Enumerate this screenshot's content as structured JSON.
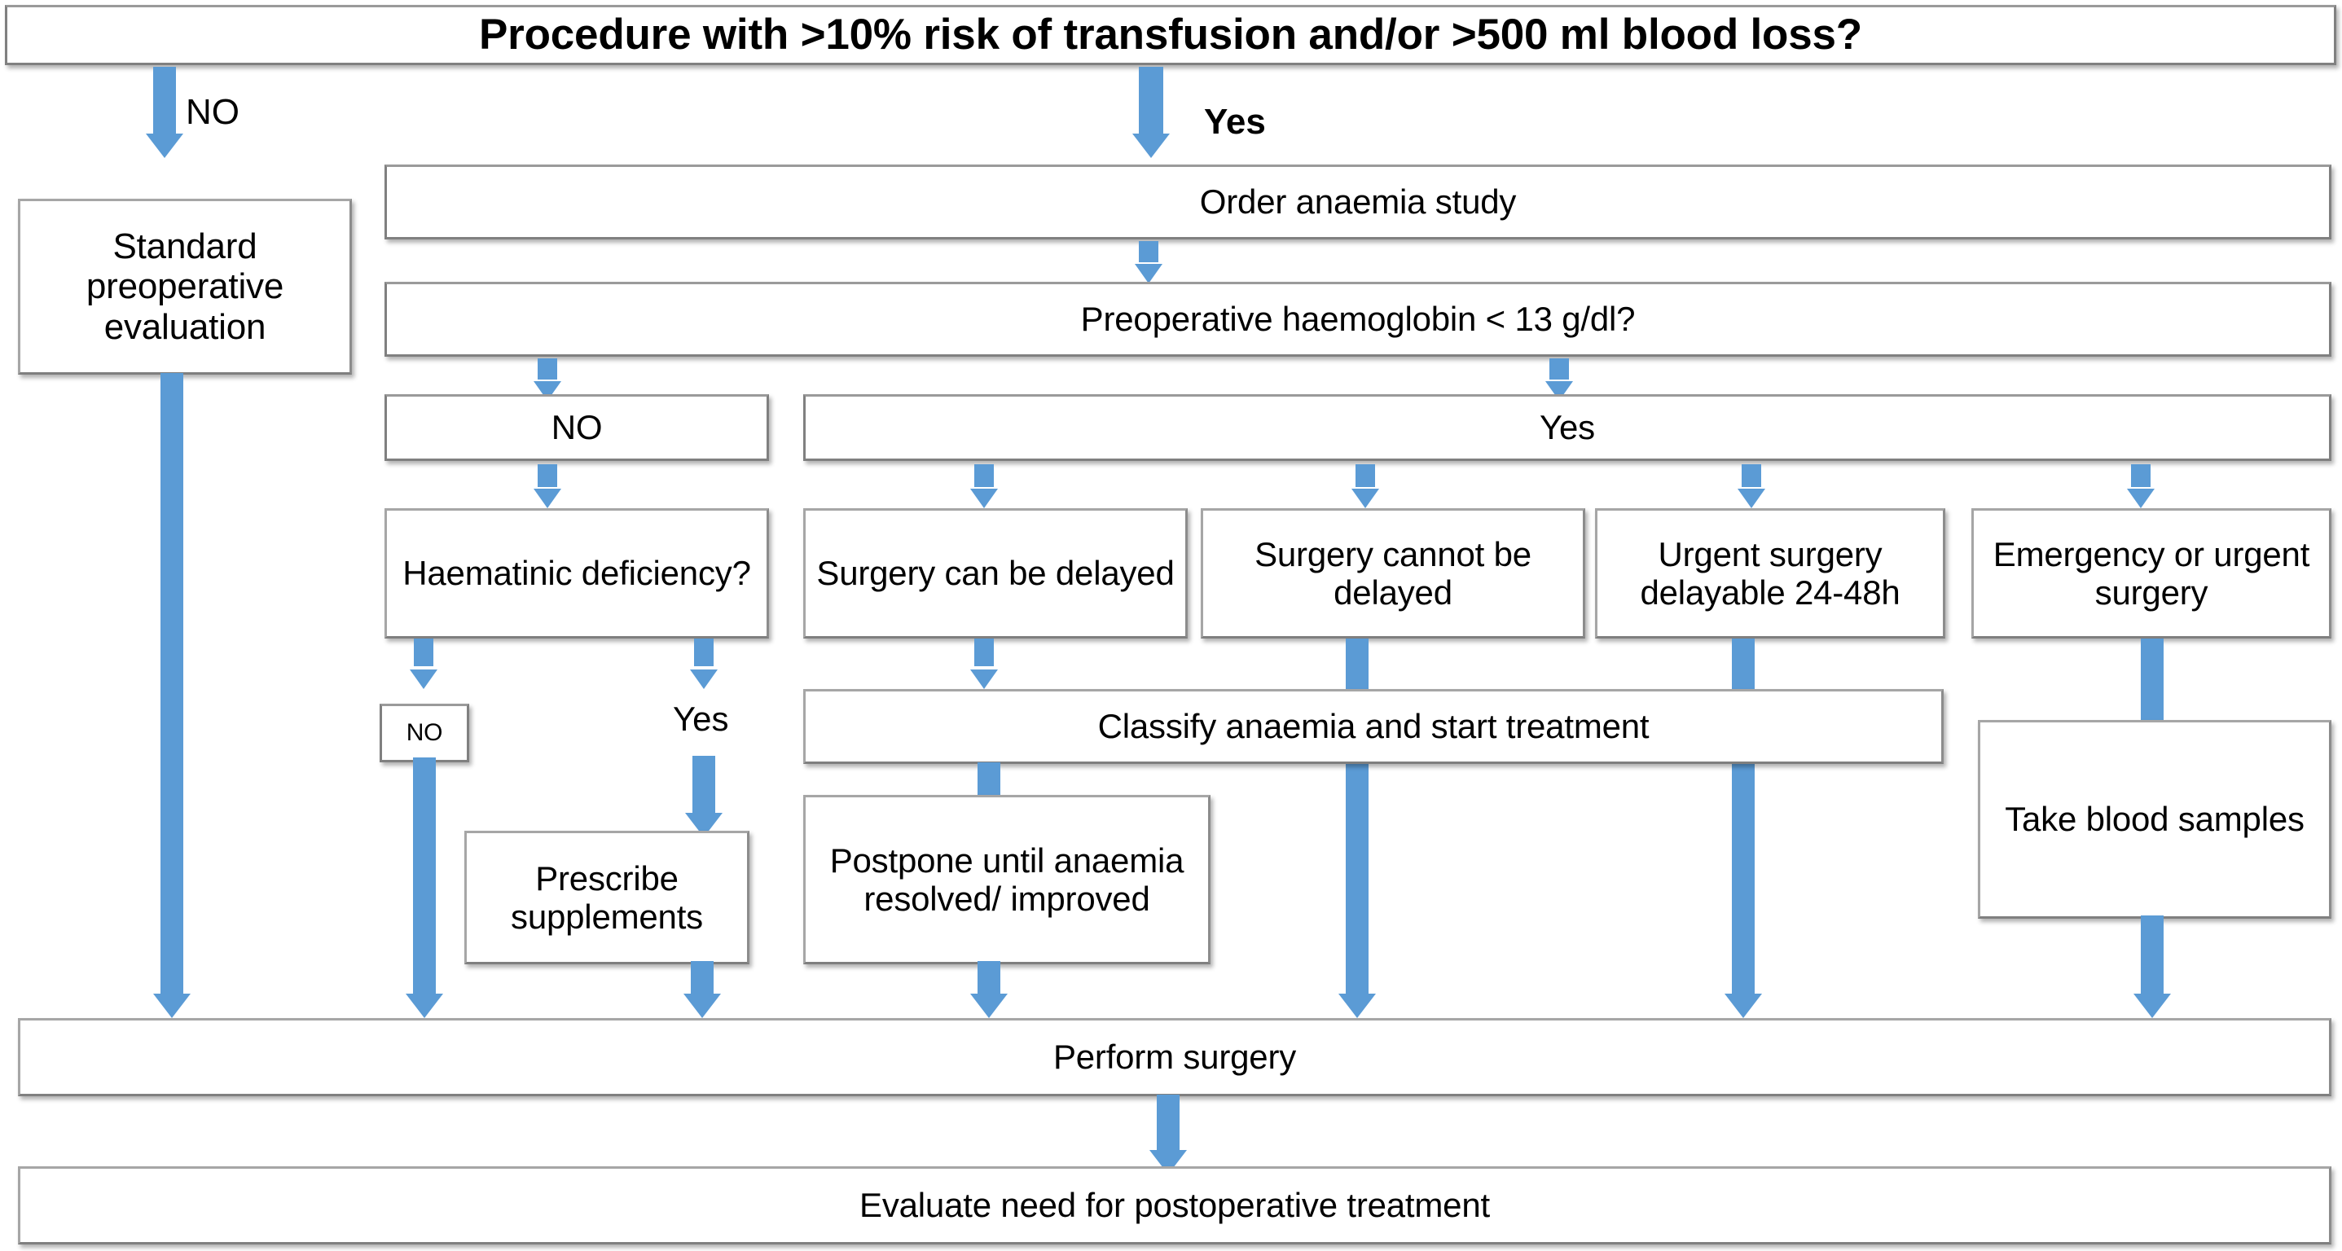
{
  "diagram": {
    "title": "Preoperative anaemia management algorithm",
    "accent_color": "#5b9bd5",
    "box_border_color": "#a6a6a6",
    "text_color": "#000000"
  },
  "nodes": {
    "start": {
      "text": "Procedure with >10% risk of transfusion and/or >500 ml blood loss?"
    },
    "standard_eval": {
      "text": "Standard preoperative evaluation"
    },
    "order_study": {
      "text": "Order  anaemia study"
    },
    "preop_hb": {
      "text": "Preoperative haemoglobin < 13 g/dl?"
    },
    "hb_no": {
      "text": "NO"
    },
    "hb_yes": {
      "text": "Yes"
    },
    "haematinic": {
      "text": "Haematinic deficiency?"
    },
    "surgery_can_be_delayed": {
      "text": "Surgery can be delayed"
    },
    "surgery_cannot_be_delayed": {
      "text": "Surgery cannot be delayed"
    },
    "urgent_delayable": {
      "text": "Urgent surgery delayable 24-48h"
    },
    "emergency_urgent": {
      "text": "Emergency or urgent surgery"
    },
    "haem_no": {
      "text": "NO"
    },
    "classify": {
      "text": "Classify anaemia and start treatment"
    },
    "take_blood": {
      "text": "Take blood samples"
    },
    "prescribe": {
      "text": "Prescribe supplements"
    },
    "postpone": {
      "text": "Postpone until anaemia resolved/ improved"
    },
    "perform_surgery": {
      "text": "Perform surgery"
    },
    "evaluate_postop": {
      "text": "Evaluate need for postoperative treatment"
    }
  },
  "edge_labels": {
    "start_no": "NO",
    "start_yes": "Yes",
    "haematinic_yes": "Yes"
  }
}
